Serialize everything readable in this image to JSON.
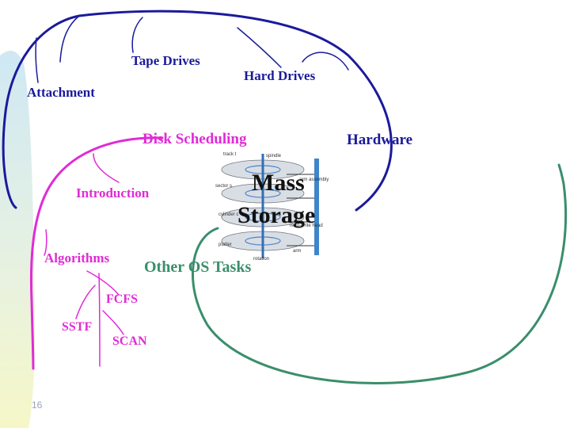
{
  "slide": {
    "page_number": "16",
    "center": {
      "title_line1": "Mass",
      "title_line2": "Storage"
    },
    "nodes": {
      "tape_drives": "Tape Drives",
      "hard_drives": "Hard Drives",
      "attachment": "Attachment",
      "hardware": "Hardware",
      "disk_scheduling": "Disk Scheduling",
      "introduction": "Introduction",
      "algorithms": "Algorithms",
      "fcfs": "FCFS",
      "sstf": "SSTF",
      "scan": "SCAN",
      "other_os_tasks": "Other OS Tasks"
    },
    "disk_diagram": {
      "labels": [
        "track t",
        "sector s",
        "cylinder c",
        "spindle",
        "arm assembly",
        "read-write head",
        "platter",
        "rotation",
        "arm"
      ]
    },
    "colors": {
      "hardware_branch": "#1a1a9c",
      "scheduling_branch": "#e02bd6",
      "other_branch": "#3a8e6c",
      "side_band_top": "#cfe8f4",
      "side_band_bottom": "#f4f6c8"
    }
  }
}
